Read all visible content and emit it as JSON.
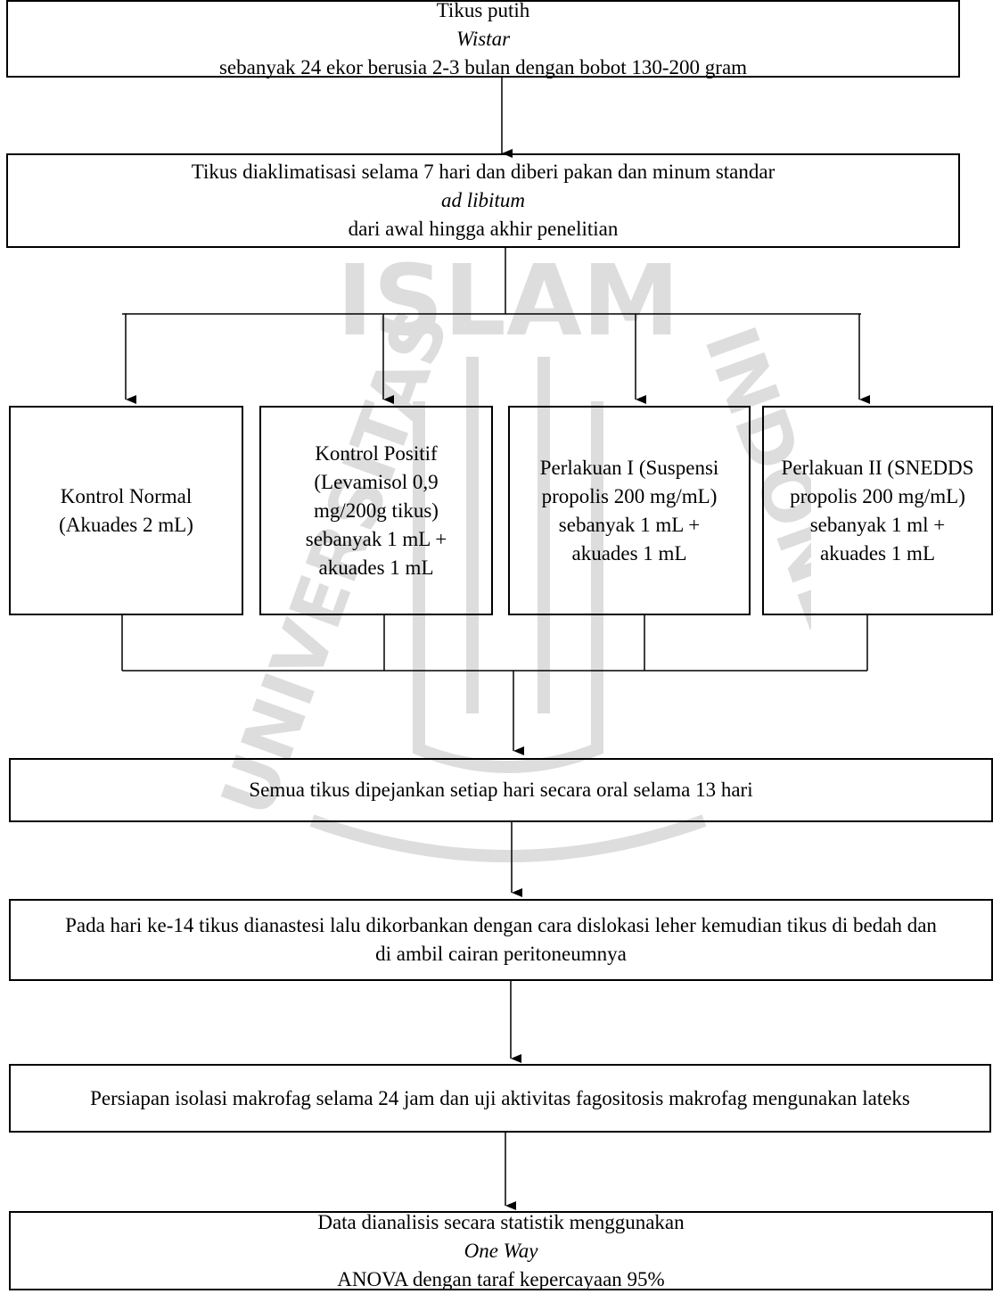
{
  "steps": {
    "s1": {
      "pre": "Tikus putih ",
      "em": "Wistar",
      "post": " sebanyak 24 ekor berusia 2-3 bulan dengan bobot 130-200 gram"
    },
    "s2": {
      "pre": "Tikus diaklimatisasi selama 7 hari dan diberi pakan dan minum standar ",
      "em": "ad libitum",
      "post": " dari awal hingga akhir penelitian"
    },
    "s3": "Semua tikus dipejankan setiap hari secara oral selama 13 hari",
    "s4": "Pada hari ke-14 tikus dianastesi lalu dikorbankan dengan cara dislokasi leher kemudian tikus di bedah dan di ambil cairan peritoneumnya",
    "s5": "Persiapan isolasi makrofag selama 24 jam dan uji aktivitas fagositosis makrofag mengunakan lateks",
    "s6": {
      "pre": "Data dianalisis secara statistik menggunakan ",
      "em": "One Way",
      "post": " ANOVA dengan taraf kepercayaan 95%"
    }
  },
  "groups": [
    "Kontrol Normal (Akuades 2 mL)",
    "Kontrol Positif (Levamisol 0,9 mg/200g tikus) sebanyak 1 mL + akuades 1 mL",
    "Perlakuan I (Suspensi propolis 200 mg/mL) sebanyak 1 mL + akuades 1 mL",
    "Perlakuan II (SNEDDS propolis 200 mg/mL) sebanyak 1 ml + akuades 1 mL"
  ],
  "watermark": {
    "top_text": "ISLAM",
    "left_text": "UNIVERSITAS",
    "right_text": "INDONESIA"
  }
}
